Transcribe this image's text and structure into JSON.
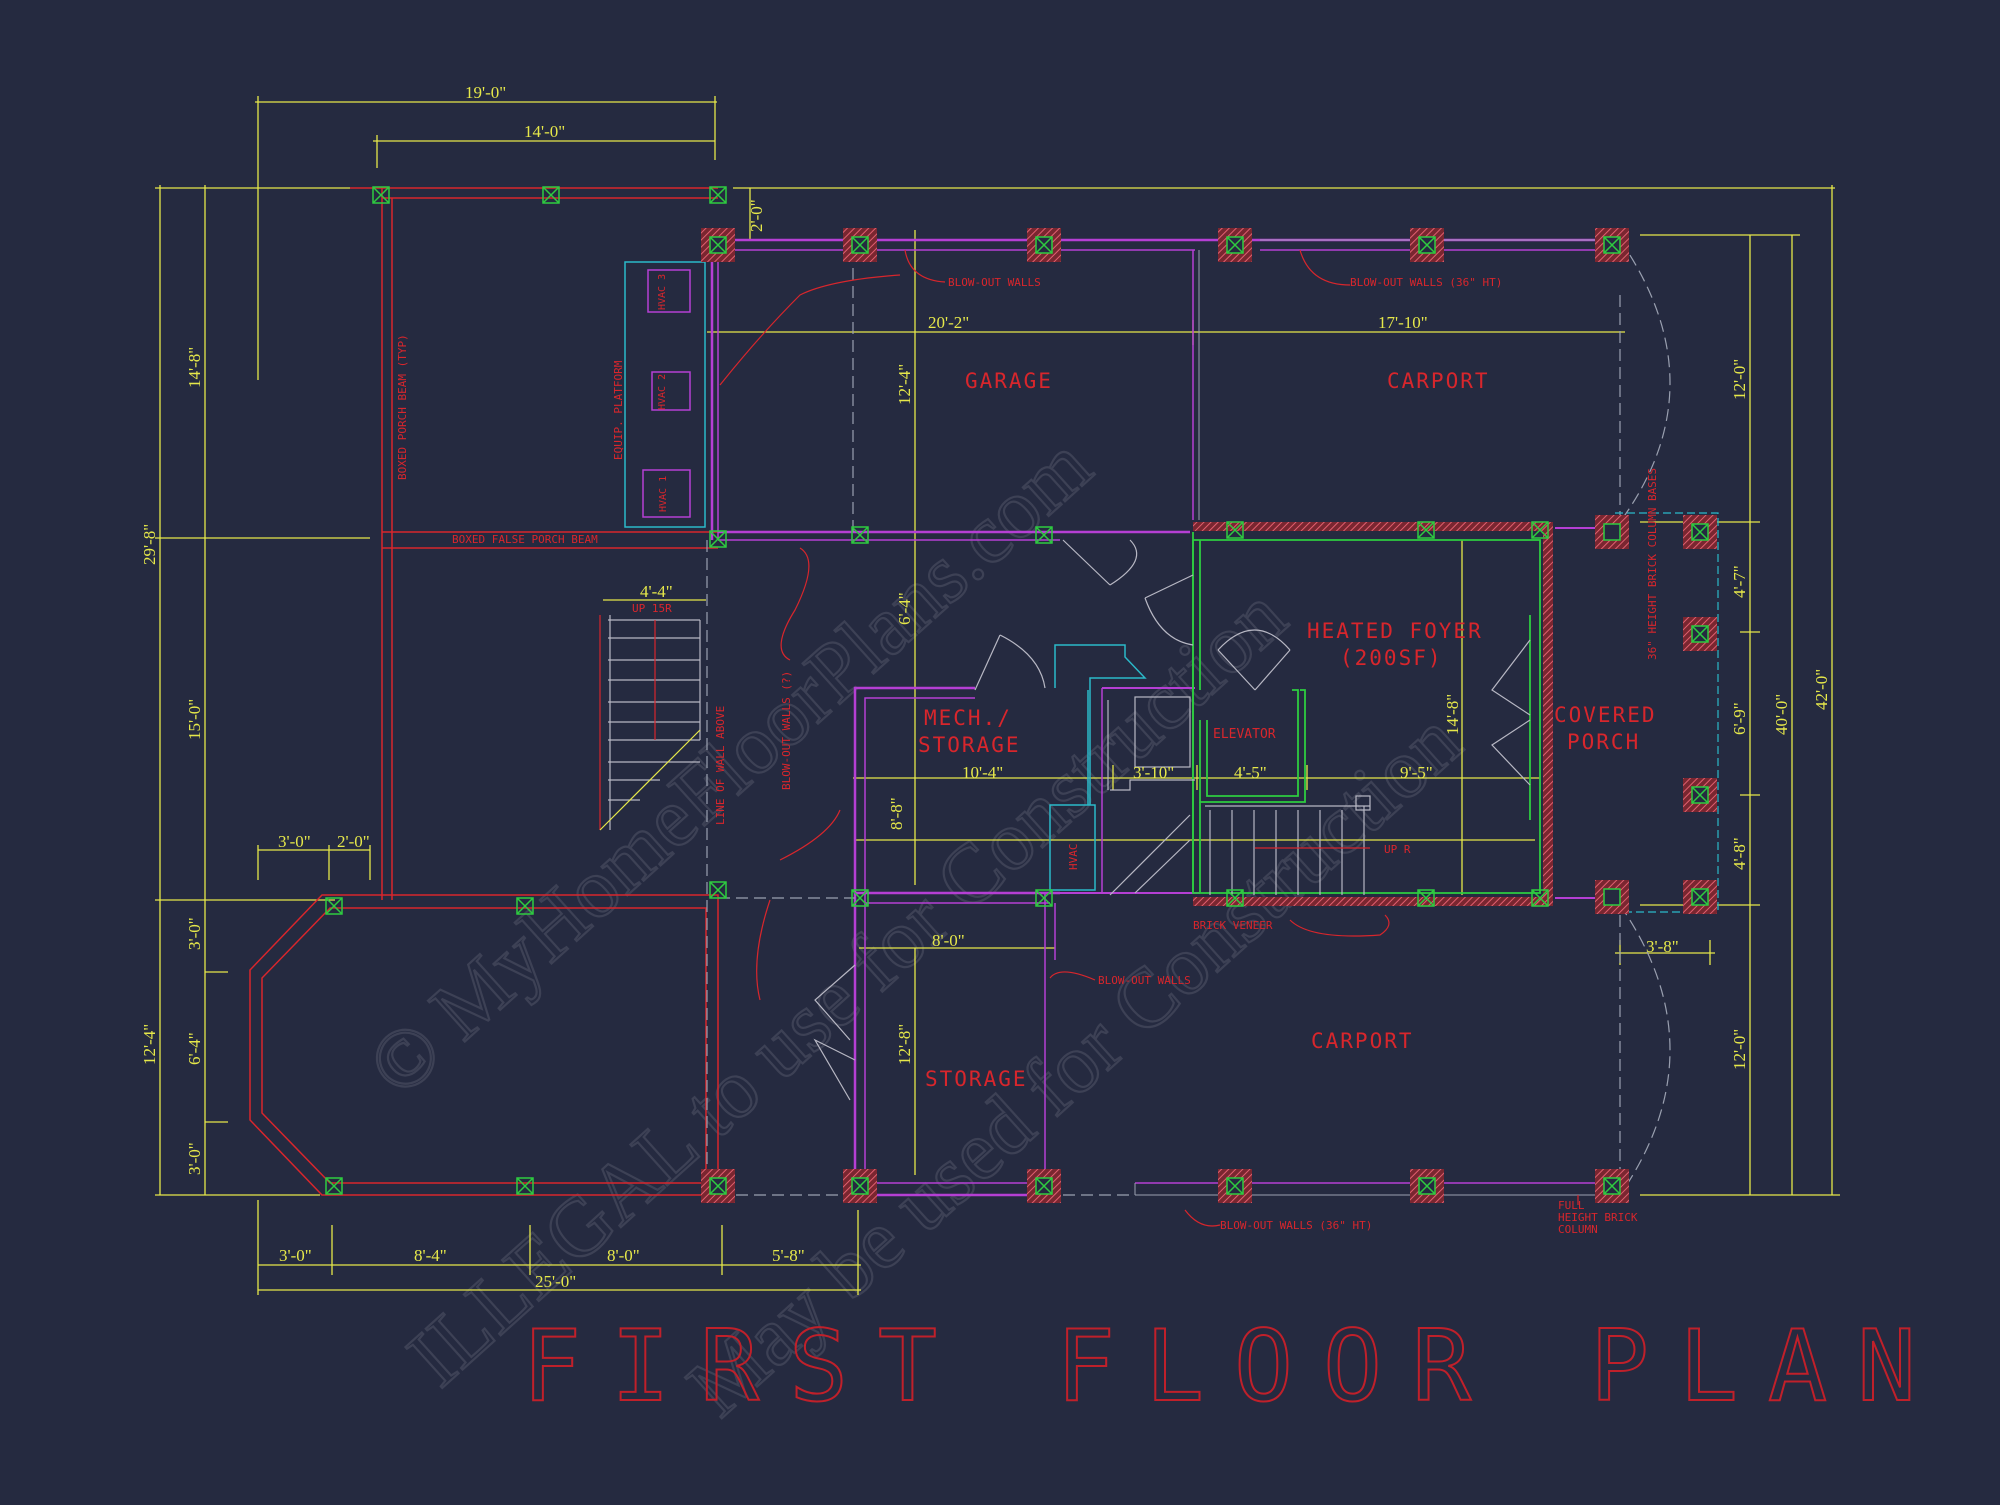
{
  "title": "FIRST FLOOR PLAN",
  "watermark": {
    "line1": "© MyHomeFloorPlans.com",
    "line2": "ILLEGAL to use for Construction",
    "line3": "May be used for Construction"
  },
  "rooms": {
    "garage": "GARAGE",
    "carport_top": "CARPORT",
    "heated_foyer_1": "HEATED FOYER",
    "heated_foyer_2": "(200SF)",
    "mech_1": "MECH./",
    "mech_2": "STORAGE",
    "elevator": "ELEVATOR",
    "covered_porch_1": "COVERED",
    "covered_porch_2": "PORCH",
    "carport_bottom": "CARPORT",
    "storage": "STORAGE"
  },
  "notes": {
    "blowout_walls_top": "BLOW-OUT WALLS",
    "blowout_walls_36_top": "BLOW-OUT WALLS (36\" HT)",
    "boxed_porch_beam": "BOXED PORCH BEAM (TYP)",
    "equip_platform": "EQUIP. PLATFORM",
    "boxed_false_porch_beam": "BOXED FALSE PORCH BEAM",
    "up_stairs": "UP 15R",
    "line_of_wall_above": "LINE OF WALL ABOVE",
    "blowout_walls_left": "BLOW-OUT WALLS (?)",
    "brick_column_bases": "36\" HEIGHT BRICK COLUMN BASES",
    "brick_veneer": "BRICK VENEER",
    "blowout_walls_mid": "BLOW-OUT WALLS",
    "blowout_walls_36_bottom": "BLOW-OUT WALLS (36\" HT)",
    "full_height_1": "FULL",
    "full_height_2": "HEIGHT BRICK",
    "full_height_3": "COLUMN",
    "hvac": "HVAC",
    "hvac_1": "HVAC 1",
    "hvac_2": "HVAC 2",
    "hvac_3": "HVAC 3",
    "up_r": "UP R"
  },
  "dimensions": {
    "top_19": "19'-0\"",
    "top_14": "14'-0\"",
    "v_2_0": "2'-0\"",
    "garage_width": "20'-2\"",
    "carport_width": "17'-10\"",
    "garage_depth": "12'-4\"",
    "left_14_8": "14'-8\"",
    "left_29_8": "29'-8\"",
    "stair_4_4": "4'-4\"",
    "hall_6_4": "6'-4\"",
    "left_15_0": "15'-0\"",
    "mech_10_4": "10'-4\"",
    "stair_3_10": "3'-10\"",
    "elev_4_5": "4'-5\"",
    "foyer_9_5": "9'-5\"",
    "foyer_14_8": "14'-8\"",
    "mech_8_8": "8'-8\"",
    "left_3_0a": "3'-0\"",
    "left_2_0": "2'-0\"",
    "bay_3_0a": "3'-0\"",
    "left_12_4": "12'-4\"",
    "bay_6_4": "6'-4\"",
    "bay_3_0b": "3'-0\"",
    "storage_8_0": "8'-0\"",
    "storage_12_8": "12'-8\"",
    "right_12_0a": "12'-0\"",
    "right_4_7": "4'-7\"",
    "right_6_9": "6'-9\"",
    "right_4_8": "4'-8\"",
    "right_40_0": "40'-0\"",
    "right_42_0": "42'-0\"",
    "right_3_8": "3'-8\"",
    "right_12_0b": "12'-0\"",
    "bot_3_0": "3'-0\"",
    "bot_8_4": "8'-4\"",
    "bot_8_0": "8'-0\"",
    "bot_5_8": "5'-8\"",
    "bot_25_0": "25'-0\""
  },
  "colors": {
    "background": "#252a40",
    "dimension": "#e6e84a",
    "wall_magenta": "#b53fd4",
    "wall_red": "#d8262c",
    "wall_green": "#2ecc40",
    "cyan": "#2bb9c9",
    "gray": "#9aa0b0"
  }
}
